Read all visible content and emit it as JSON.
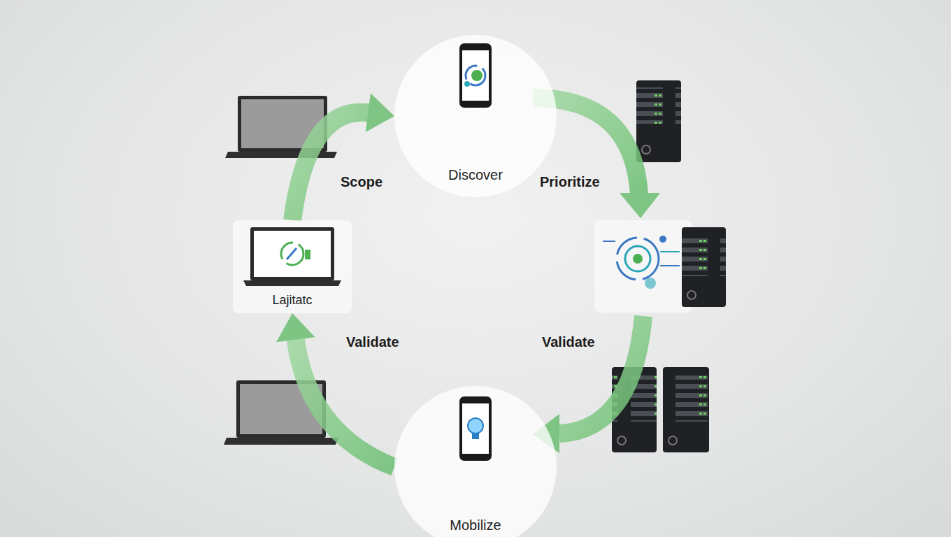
{
  "diagram": {
    "nodes": [
      {
        "text": [
          "Discover"
        ]
      },
      {
        "text": [
          "Lajitatc"
        ]
      },
      {
        "text": [
          "Mobilize"
        ]
      }
    ],
    "edges": [
      {
        "from": 1,
        "to": 0,
        "label": "Scope",
        "arrow": "to"
      },
      {
        "from": 2,
        "to": 1,
        "label": "Validate",
        "arrow": "to"
      }
    ],
    "labels": [
      "Prioritize",
      "Validate"
    ]
  }
}
